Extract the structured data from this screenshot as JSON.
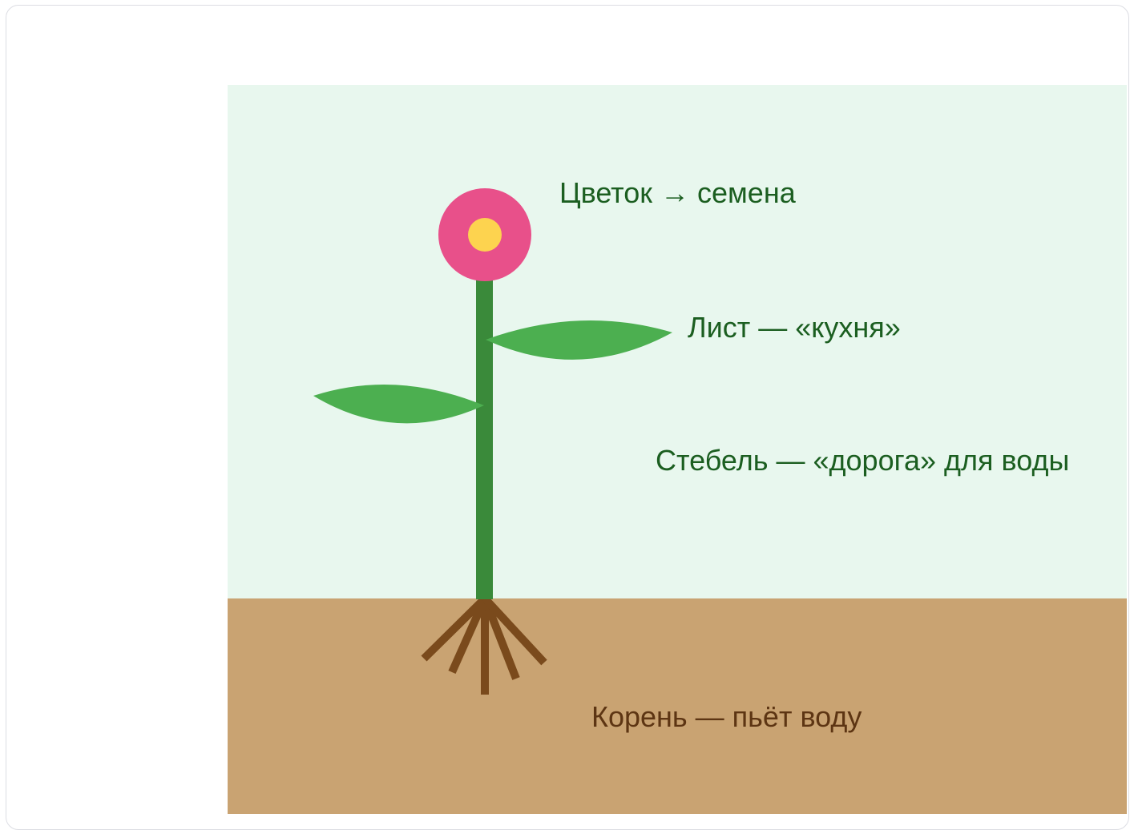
{
  "diagram": {
    "labels": {
      "flower": "Цветок → семена",
      "leaf": "Лист — «кухня»",
      "stem": "Стебель — «дорога» для воды",
      "root": "Корень — пьёт воду"
    },
    "colors": {
      "sky": "#e8f7ee",
      "soil": "#c9a372",
      "stem": "#3a8a3a",
      "leaf": "#4caf50",
      "petals": "#e8508a",
      "flower_center": "#fdd34f",
      "roots": "#7a4a1c",
      "label_green": "#1b5e20",
      "label_brown": "#5d3513"
    }
  }
}
